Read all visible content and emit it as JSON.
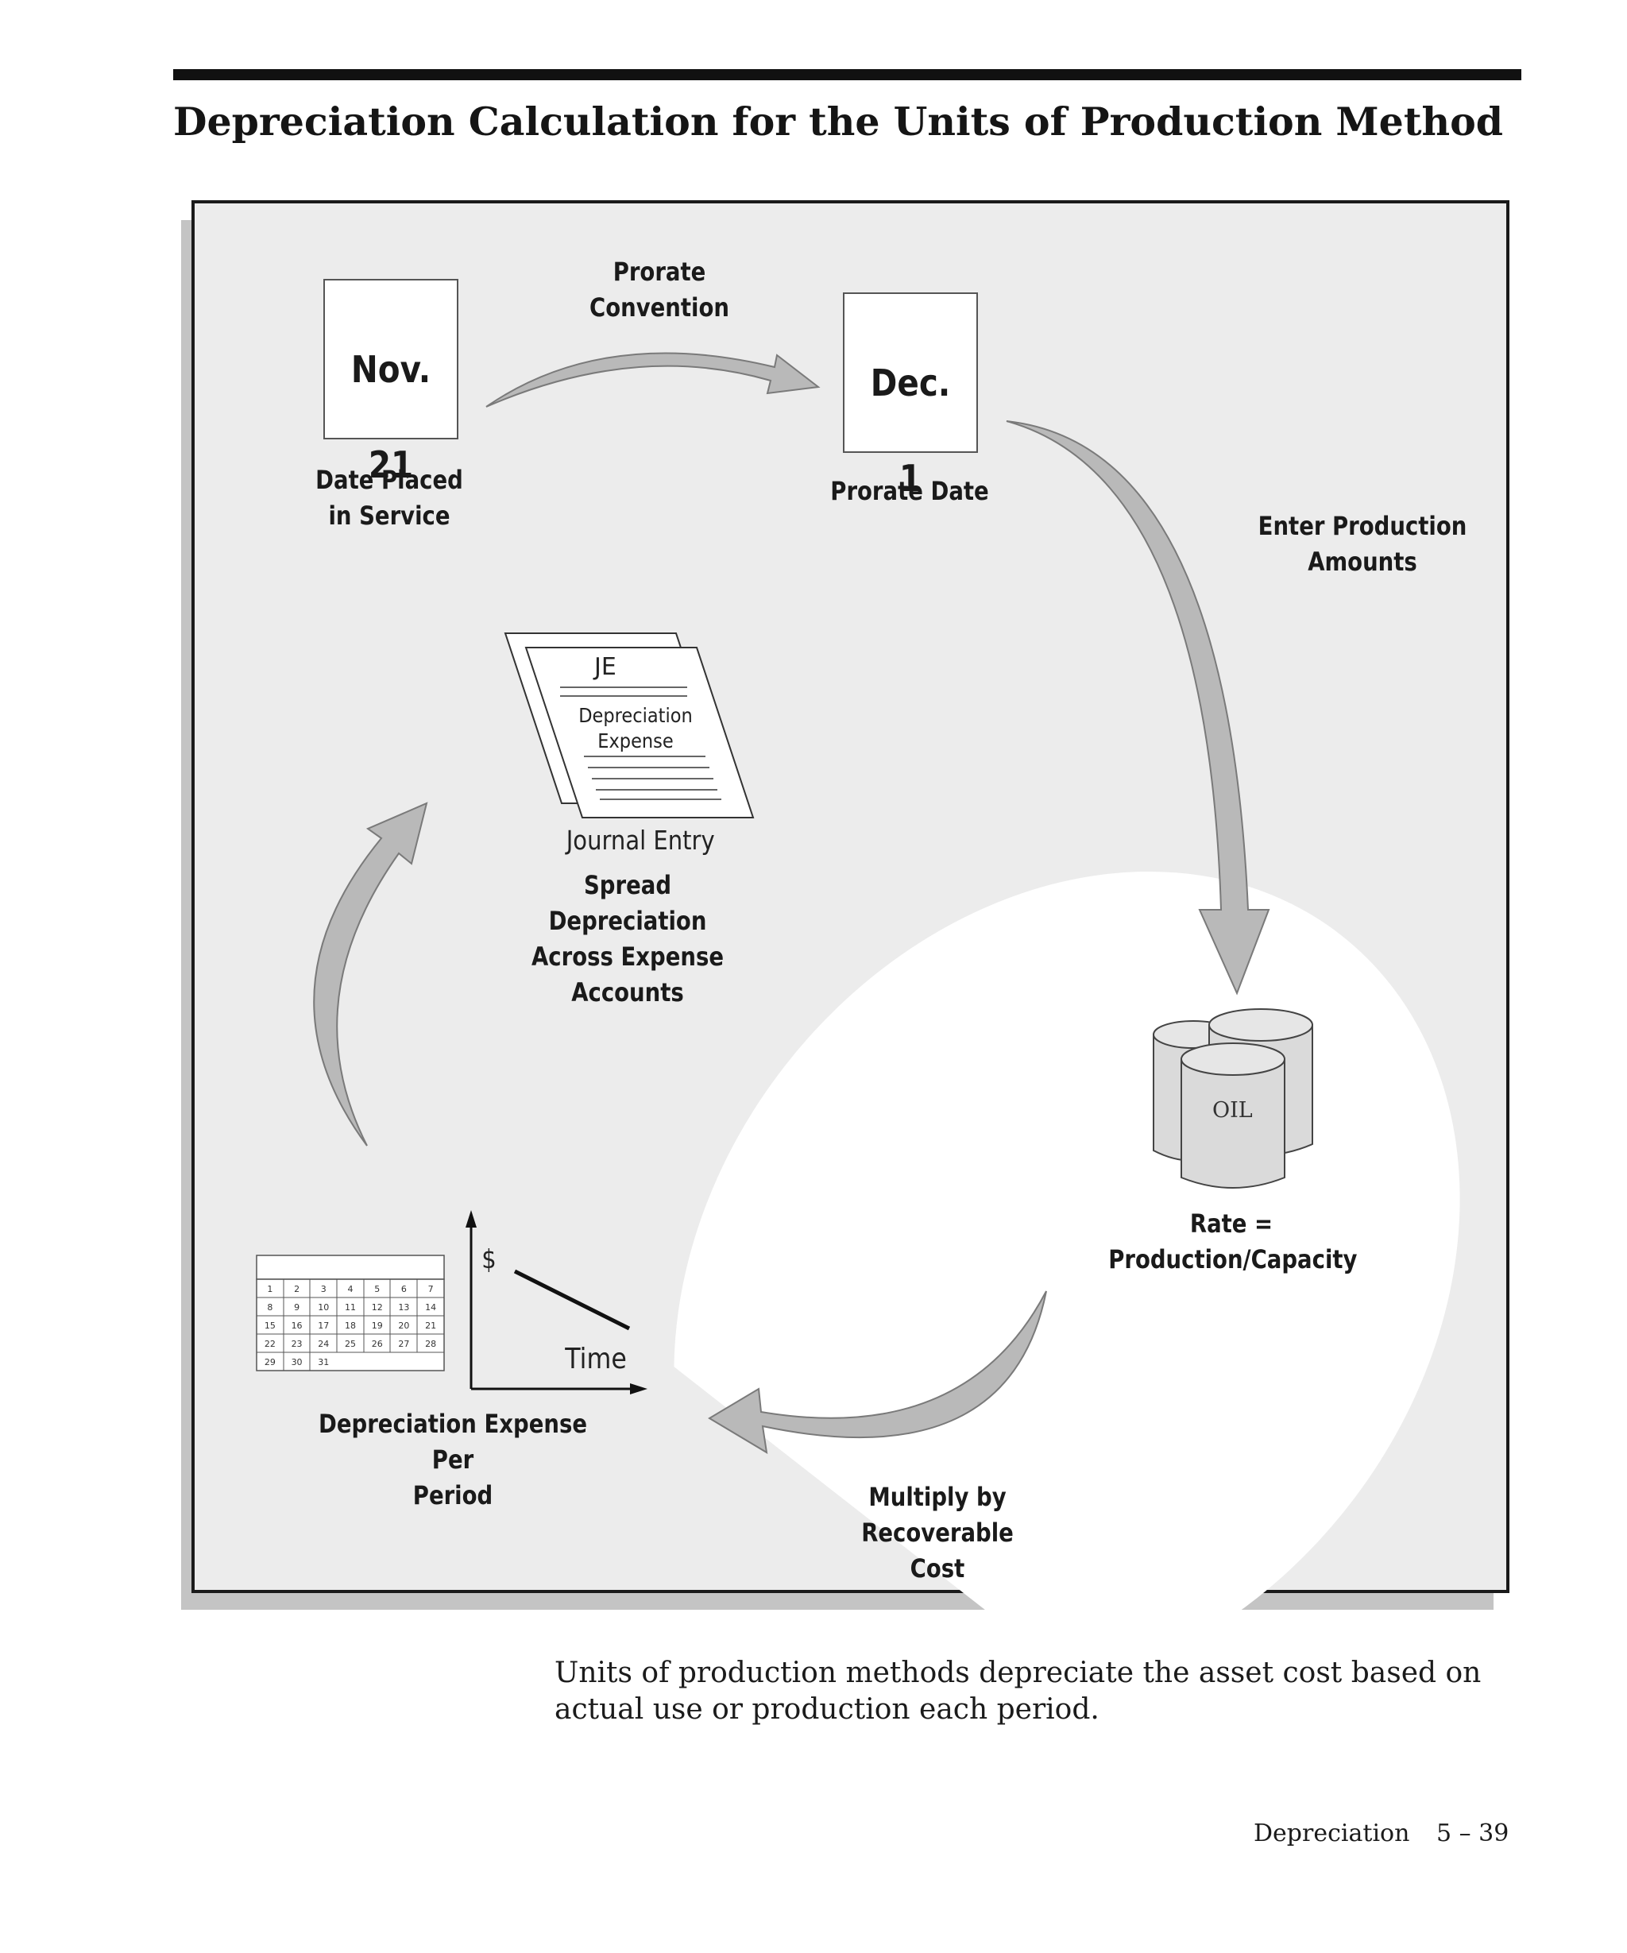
{
  "page": {
    "title": "Depreciation Calculation for the Units of Production Method",
    "caption": "Units of production methods depreciate the asset cost based on actual use or production each period.",
    "footer": {
      "section": "Depreciation",
      "page": "5 – 39"
    }
  },
  "diagram": {
    "nodes": {
      "placed_in_service": {
        "card_month": "Nov.",
        "card_day": "21",
        "label": "Date Placed\nin Service"
      },
      "prorate_date": {
        "card_month": "Dec.",
        "card_day": "1",
        "label": "Prorate Date"
      },
      "rate": {
        "barrel_text": "OIL",
        "label": "Rate =\nProduction/Capacity"
      },
      "expense_per_period": {
        "label": "Depreciation Expense Per\nPeriod",
        "graph_y_label": "$",
        "graph_x_label": "Time",
        "calendar_days": [
          [
            "1",
            "2",
            "3",
            "4",
            "5",
            "6",
            "7"
          ],
          [
            "8",
            "9",
            "10",
            "11",
            "12",
            "13",
            "14"
          ],
          [
            "15",
            "16",
            "17",
            "18",
            "19",
            "20",
            "21"
          ],
          [
            "22",
            "23",
            "24",
            "25",
            "26",
            "27",
            "28"
          ],
          [
            "29",
            "30",
            "31"
          ]
        ]
      },
      "journal_entry": {
        "doc_heading": "JE",
        "doc_subheading": "Depreciation\nExpense",
        "name": "Journal Entry",
        "label": "Spread Depreciation\nAcross Expense\nAccounts"
      }
    },
    "edges": {
      "prorate_convention": "Prorate\nConvention",
      "enter_production": "Enter Production\nAmounts",
      "multiply": "Multiply by\nRecoverable Cost"
    }
  },
  "colors": {
    "panel_bg": "#ececec",
    "panel_shadow": "#c4c4c4",
    "arrow_fill": "#b9b9b9",
    "arrow_stroke": "#7a7a7a",
    "highlight": "#ffffff",
    "barrel_fill": "#dadada"
  }
}
